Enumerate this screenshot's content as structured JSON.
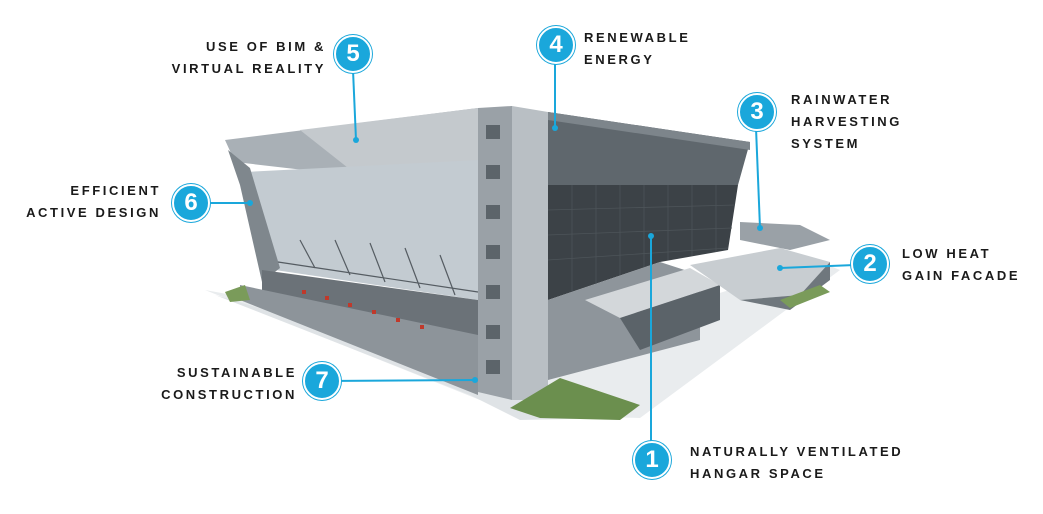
{
  "accent_color": "#1aa7db",
  "callouts": [
    {
      "number": "1",
      "line1": "NATURALLY VENTILATED",
      "line2": "HANGAR SPACE"
    },
    {
      "number": "2",
      "line1": "LOW HEAT",
      "line2": "GAIN FACADE"
    },
    {
      "number": "3",
      "line1": "RAINWATER",
      "line2": "HARVESTING",
      "line3": "SYSTEM"
    },
    {
      "number": "4",
      "line1": "RENEWABLE",
      "line2": "ENERGY"
    },
    {
      "number": "5",
      "line1": "USE OF BIM &",
      "line2": "VIRTUAL REALITY"
    },
    {
      "number": "6",
      "line1": "EFFICIENT",
      "line2": "ACTIVE DESIGN"
    },
    {
      "number": "7",
      "line1": "SUSTAINABLE",
      "line2": "CONSTRUCTION"
    }
  ]
}
